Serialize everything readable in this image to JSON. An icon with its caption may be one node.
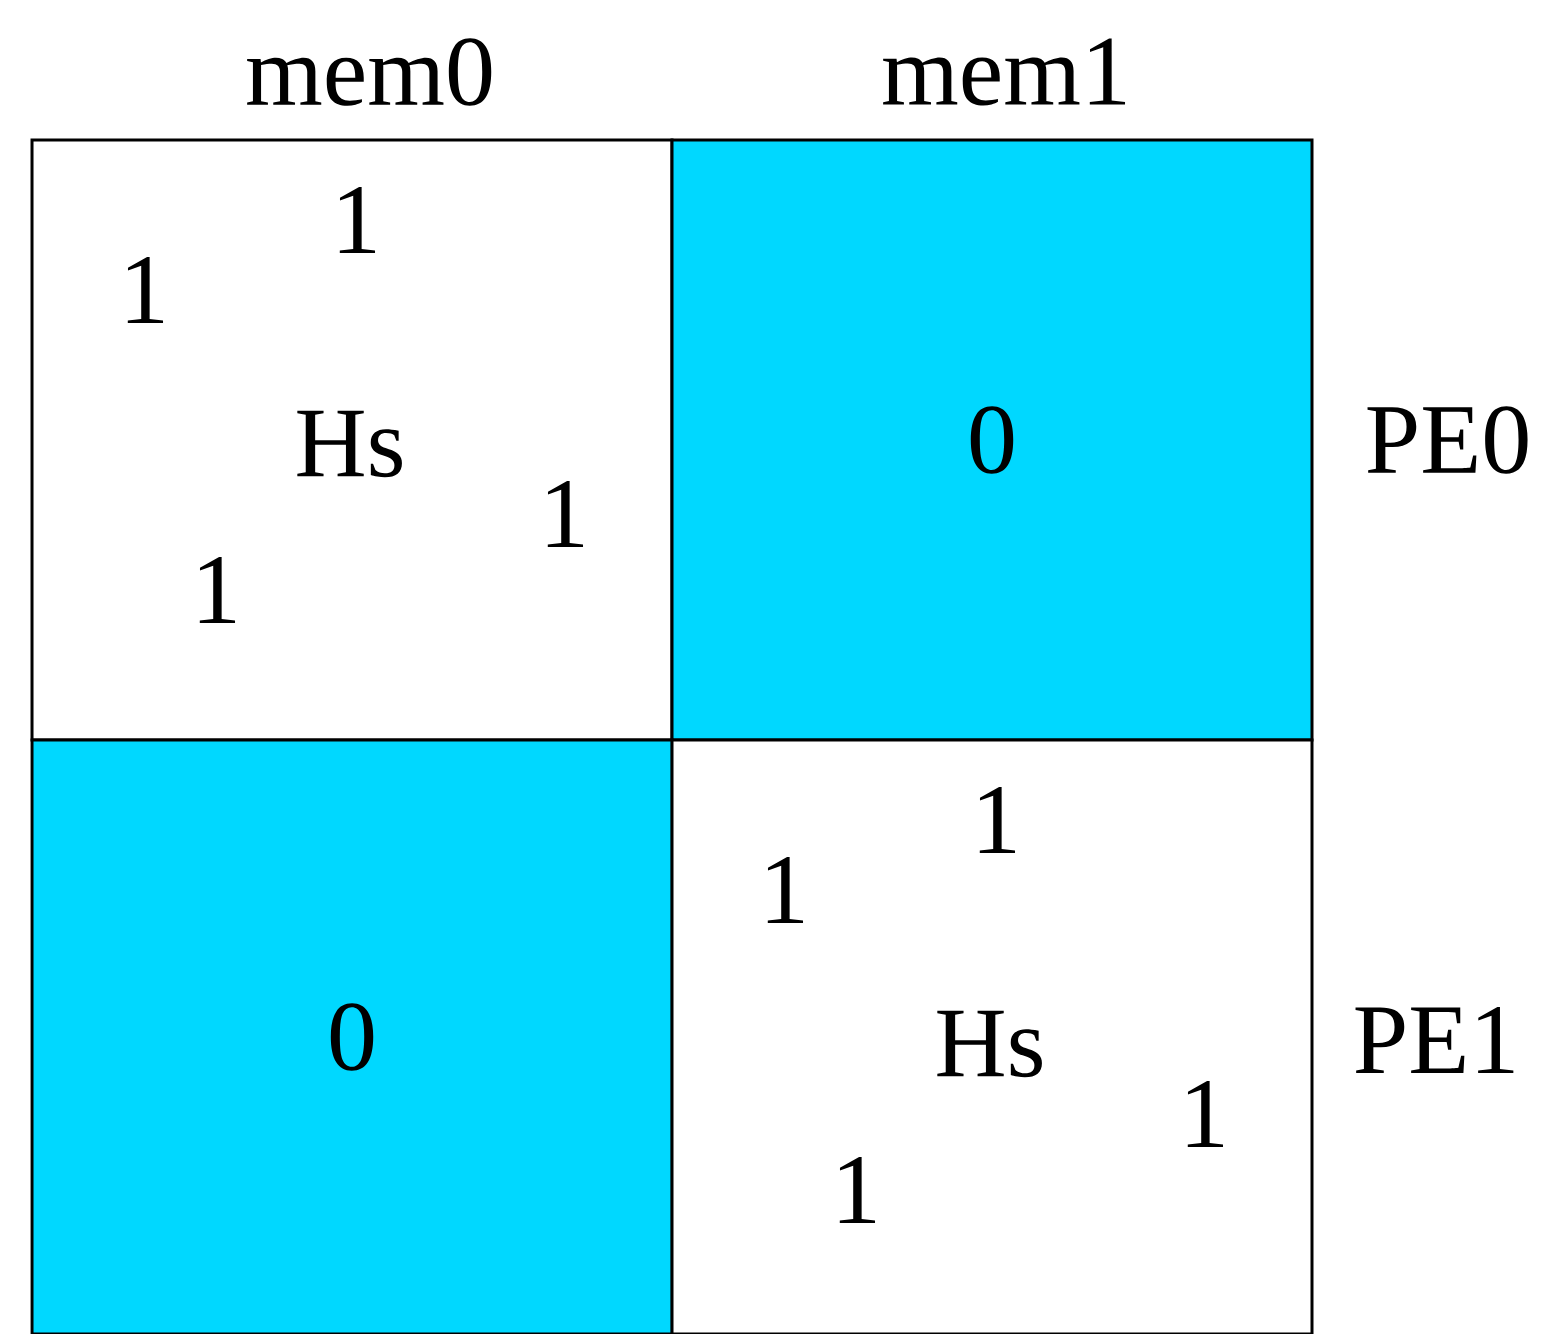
{
  "diagram": {
    "nodes": [
      {
        "text": [
          "1",
          "1",
          "Hs",
          "1",
          "1"
        ]
      },
      {
        "text": [
          "0"
        ]
      },
      {
        "text": [
          "0"
        ]
      },
      {
        "text": [
          "1",
          "1",
          "Hs",
          "1",
          "1"
        ]
      }
    ],
    "labels": [
      "mem0",
      "mem1",
      "PE0",
      "PE1"
    ]
  }
}
